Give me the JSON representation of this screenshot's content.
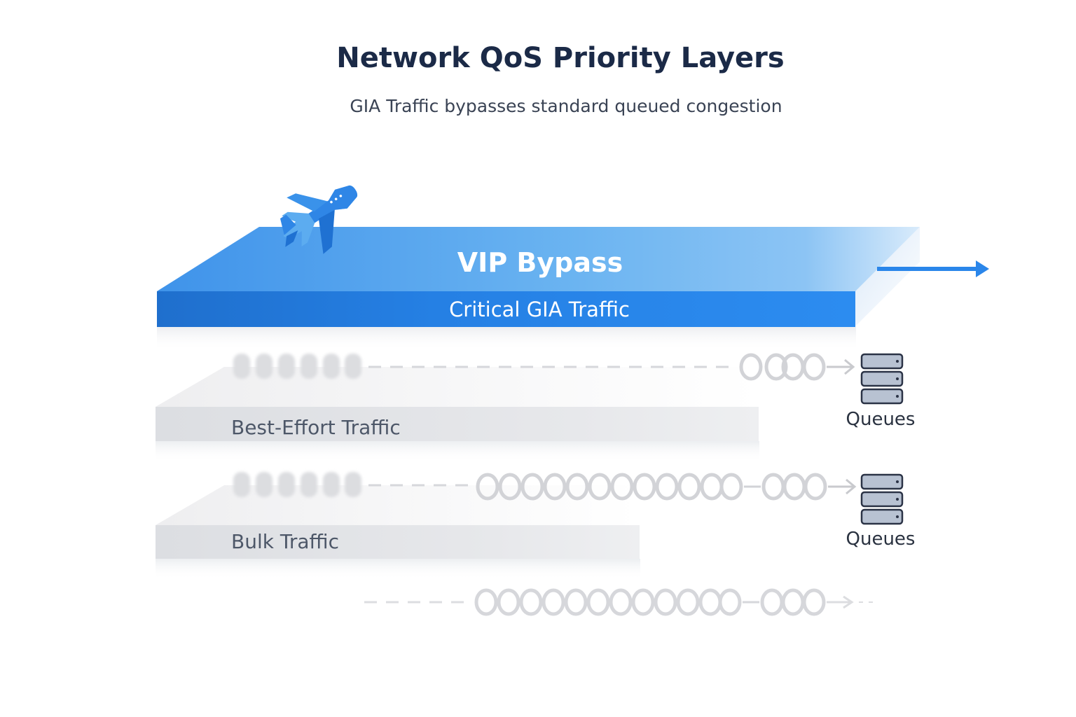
{
  "header": {
    "title": "Network QoS Priority Layers",
    "subtitle": "GIA Traffic bypasses standard queued congestion"
  },
  "layers": {
    "vip": {
      "title": "VIP Bypass",
      "subtitle": "Critical GIA Traffic",
      "icon": "airplane-icon",
      "color": "#2a86ea"
    },
    "best_effort": {
      "label": "Best-Effort Traffic",
      "queue_label": "Queues",
      "icon": "server-stack-icon"
    },
    "bulk": {
      "label": "Bulk Traffic",
      "queue_label": "Queues",
      "icon": "server-stack-icon"
    }
  },
  "colors": {
    "title": "#1b2a47",
    "vip_top": "#5aa7ee",
    "vip_front": "#2a86ea",
    "gray_layer": "#e6e7ea",
    "packet": "#d2d3d7"
  }
}
